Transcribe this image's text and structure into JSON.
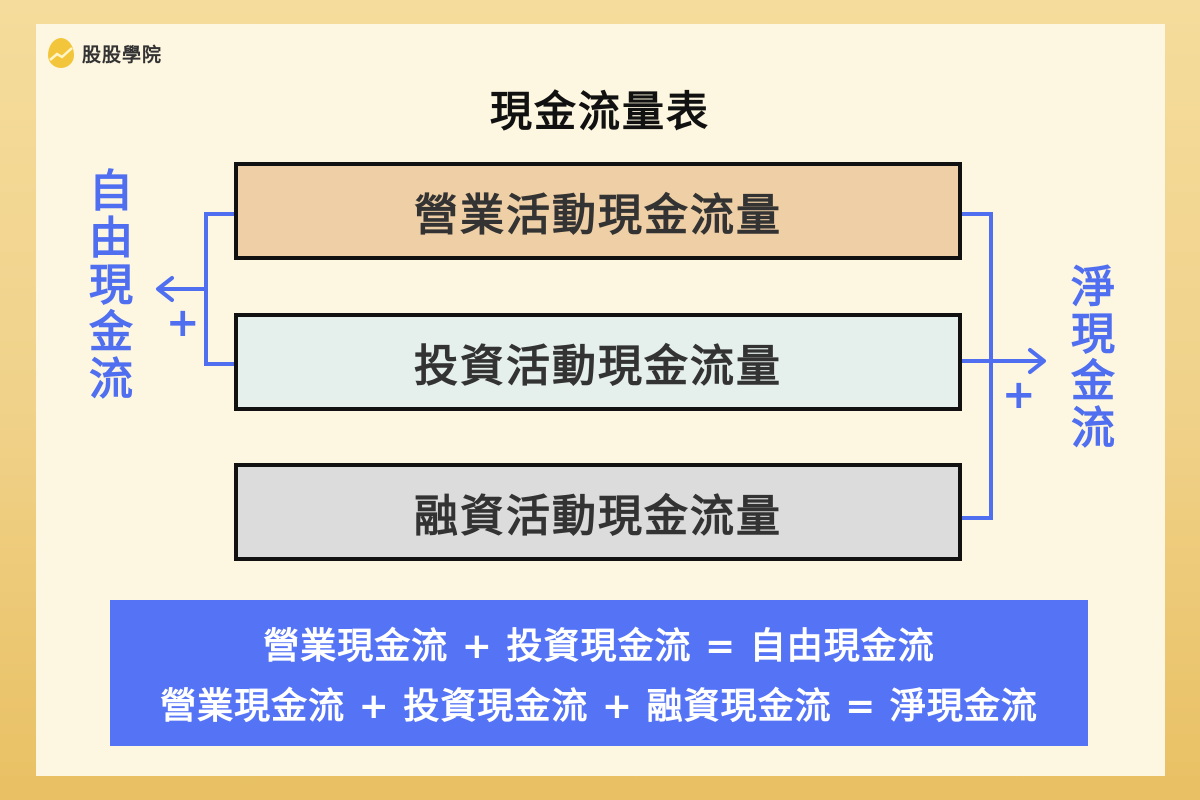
{
  "brand": {
    "name": "股股學院",
    "icon": "egg-chart-logo-icon"
  },
  "title": "現金流量表",
  "boxes": [
    {
      "label": "營業活動現金流量",
      "color": "#efcfa5"
    },
    {
      "label": "投資活動現金流量",
      "color": "#e5efec"
    },
    {
      "label": "融資活動現金流量",
      "color": "#dcdcdc"
    }
  ],
  "left_label": "自由現金流",
  "right_label": "淨現金流",
  "left_plus": "+",
  "right_plus": "+",
  "formulas": [
    "營業現金流 + 投資現金流 = 自由現金流",
    "營業現金流 + 投資現金流 + 融資現金流 = 淨現金流"
  ],
  "colors": {
    "accent": "#5573f5",
    "line": "#4f6ff0",
    "frame": "#f0d28a",
    "panel": "#fdf6e0"
  }
}
